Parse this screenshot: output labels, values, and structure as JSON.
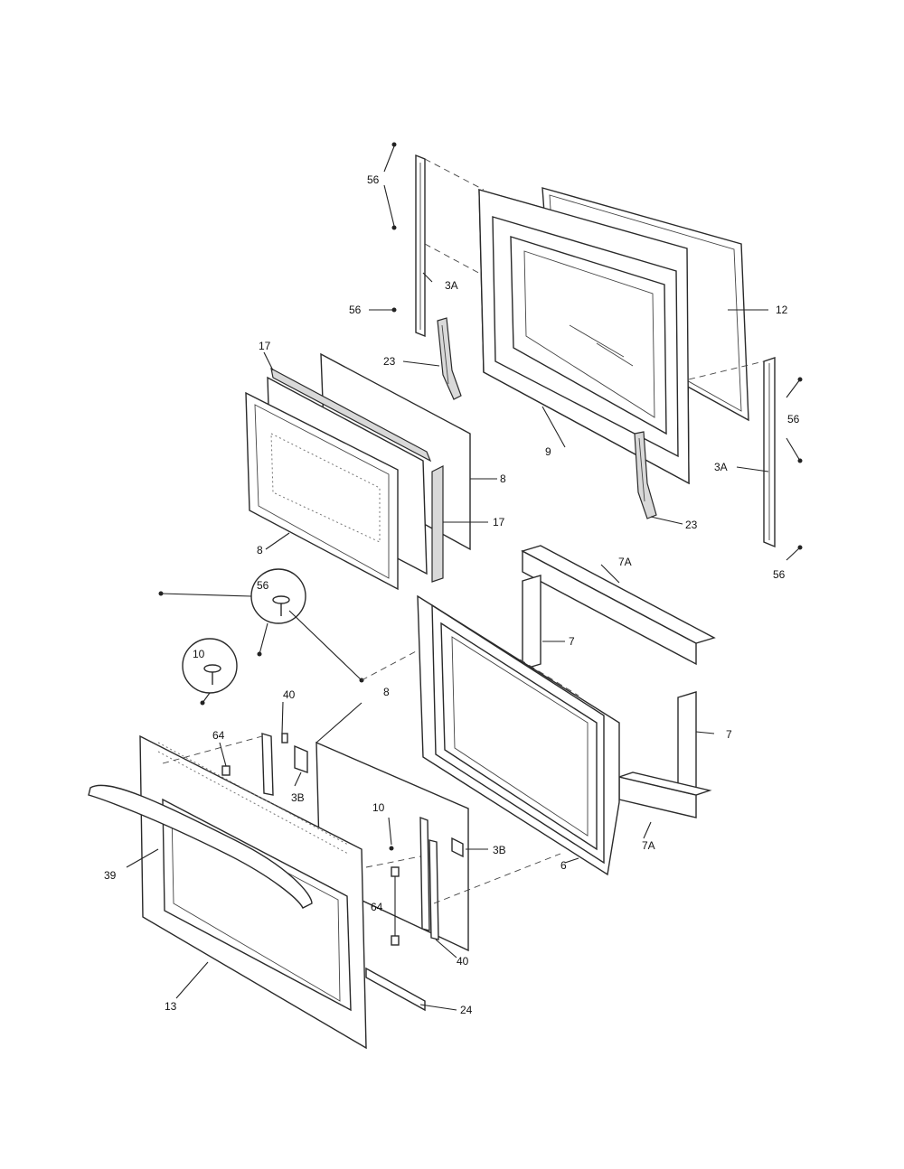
{
  "callouts": {
    "c56a": "56",
    "c3a_top": "3A",
    "c56b": "56",
    "c12": "12",
    "c23a": "23",
    "c17a": "17",
    "c8a": "8",
    "c9": "9",
    "c56c": "56",
    "c3a_right": "3A",
    "c17b": "17",
    "c8b": "8",
    "c23b": "23",
    "c56d": "56",
    "c7a_top": "7A",
    "c56_zoom": "56",
    "c7a": "7",
    "c10_zoom": "10",
    "c40a": "40",
    "c8c": "8",
    "c7b": "7",
    "c64a": "64",
    "c3b_a": "3B",
    "c3b_b": "3B",
    "c10b": "10",
    "c39": "39",
    "c6": "6",
    "c7a_bottom": "7A",
    "c64b": "64",
    "c40b": "40",
    "c13": "13",
    "c24": "24"
  }
}
